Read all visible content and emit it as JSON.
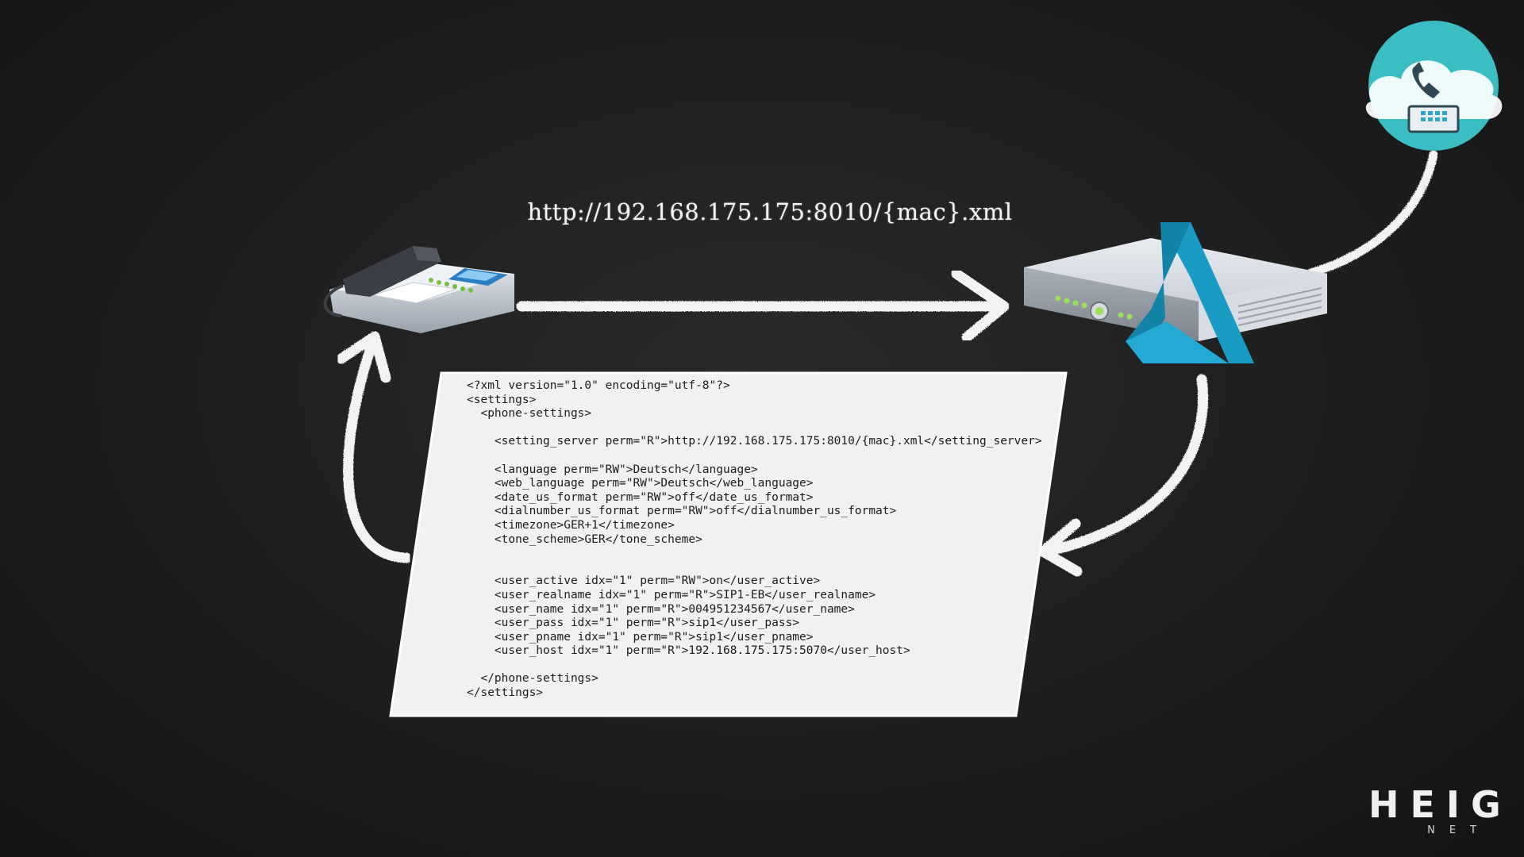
{
  "diagram": {
    "url_label": "http://192.168.175.175:8010/{mac}.xml",
    "nodes": {
      "phone": "desk-phone-icon",
      "server": "provisioning-server-icon",
      "cloud": "cloud-telephony-icon"
    },
    "xml_lines": [
      "<?xml version=\"1.0\" encoding=\"utf-8\"?>",
      "<settings>",
      "  <phone-settings>",
      "",
      "    <setting_server perm=\"R\">http://192.168.175.175:8010/{mac}.xml</setting_server>",
      "",
      "    <language perm=\"RW\">Deutsch</language>",
      "    <web_language perm=\"RW\">Deutsch</web_language>",
      "    <date_us_format perm=\"RW\">off</date_us_format>",
      "    <dialnumber_us_format perm=\"RW\">off</dialnumber_us_format>",
      "    <timezone>GER+1</timezone>",
      "    <tone_scheme>GER</tone_scheme>",
      "",
      "",
      "    <user_active idx=\"1\" perm=\"RW\">on</user_active>",
      "    <user_realname idx=\"1\" perm=\"R\">SIP1-EB</user_realname>",
      "    <user_name idx=\"1\" perm=\"R\">004951234567</user_name>",
      "    <user_pass idx=\"1\" perm=\"R\">sip1</user_pass>",
      "    <user_pname idx=\"1\" perm=\"R\">sip1</user_pname>",
      "    <user_host idx=\"1\" perm=\"R\">192.168.175.175:5070</user_host>",
      "",
      "  </phone-settings>",
      "</settings>"
    ]
  },
  "logo": {
    "word": "HEIG",
    "sub": "NET"
  },
  "colors": {
    "background": "#1e1e1e",
    "arrow": "#f2f2f2",
    "accent_blue": "#1a9bc4",
    "cloud_teal": "#3bbdc4"
  }
}
